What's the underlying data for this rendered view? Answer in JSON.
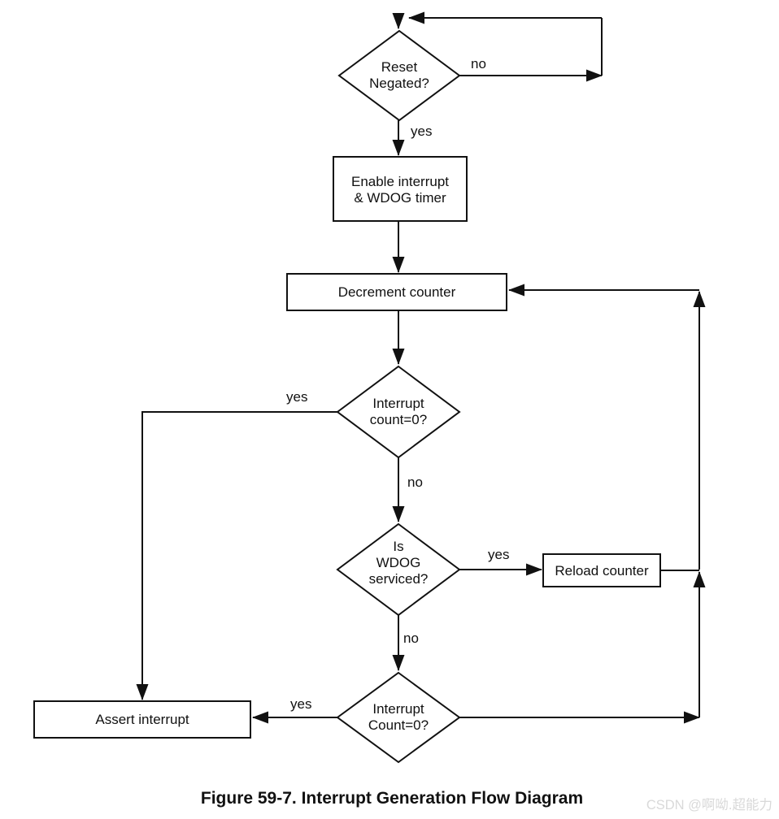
{
  "figure": {
    "caption": "Figure 59-7. Interrupt Generation Flow Diagram"
  },
  "watermark": {
    "text": "CSDN @啊呦.超能力",
    "color": "#d9d9d9"
  },
  "colors": {
    "line": "#111111",
    "text": "#111111",
    "background": "#ffffff"
  },
  "nodes": {
    "reset": {
      "type": "decision",
      "lines": [
        "Reset",
        "Negated?"
      ]
    },
    "enable": {
      "type": "process",
      "lines": [
        "Enable interrupt",
        "& WDOG timer"
      ]
    },
    "decrement": {
      "type": "process",
      "label": "Decrement counter"
    },
    "count1": {
      "type": "decision",
      "lines": [
        "Interrupt",
        "count=0?"
      ]
    },
    "wdog": {
      "type": "decision",
      "lines": [
        "Is",
        "WDOG",
        "serviced?"
      ]
    },
    "reload": {
      "type": "process",
      "label": "Reload counter"
    },
    "count2": {
      "type": "decision",
      "lines": [
        "Interrupt",
        "Count=0?"
      ]
    },
    "assert": {
      "type": "process",
      "label": "Assert interrupt"
    }
  },
  "edge_labels": {
    "reset_no": "no",
    "reset_yes": "yes",
    "count1_yes": "yes",
    "count1_no": "no",
    "wdog_yes": "yes",
    "wdog_no": "no",
    "count2_yes": "yes"
  }
}
